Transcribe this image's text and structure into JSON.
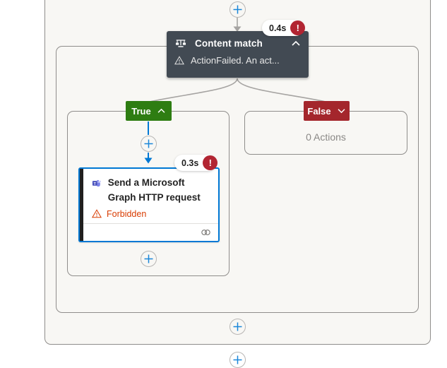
{
  "colors": {
    "accent_blue": "#0078d4",
    "condition_header_bg": "#424a53",
    "true_green": "#2e7d12",
    "false_red": "#a4262c",
    "error_badge_red": "#b22532",
    "status_error_text": "#d83b01",
    "canvas_bg": "#f8f7f4"
  },
  "condition": {
    "title": "Content match",
    "error_text": "ActionFailed. An act...",
    "duration": "0.4s",
    "error_glyph": "!"
  },
  "branches": {
    "true_label": "True",
    "false_label": "False",
    "false_empty_text": "0 Actions"
  },
  "action": {
    "title": "Send a Microsoft Graph HTTP request",
    "status": "Forbidden",
    "duration": "0.3s",
    "error_glyph": "!"
  }
}
